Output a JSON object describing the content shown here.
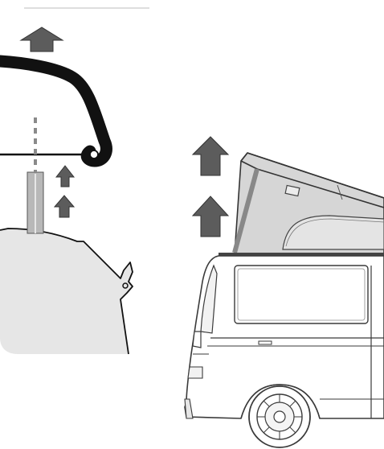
{
  "figure": {
    "panels": [
      {
        "id": "detail",
        "subject": "pop-top-roof-hinge-detail"
      },
      {
        "id": "overview",
        "subject": "campervan-with-raised-pop-top-roof"
      }
    ],
    "colors": {
      "arrow": "#5c5c5c",
      "detail_background": "#e6e6e6",
      "roof_fill": "#d6d6d6",
      "outline": "#111111",
      "van_line": "#3a3a3a"
    },
    "arrows": {
      "detail_panel": 3,
      "overview_panel": 2,
      "direction": "up"
    }
  }
}
